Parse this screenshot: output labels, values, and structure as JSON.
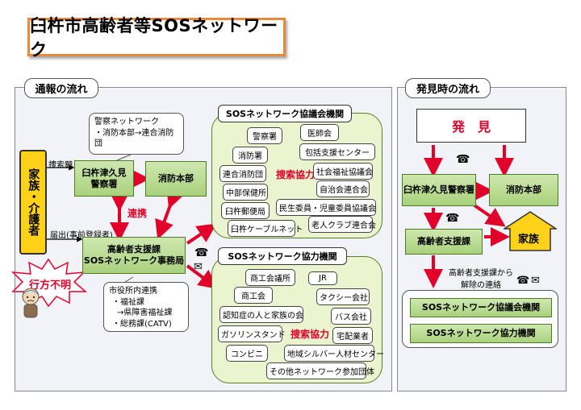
{
  "title": "臼杵市高齢者等SOSネットワーク",
  "left_panel": {
    "label": "通報の流れ",
    "family_box": "家族・介護者",
    "missing_label": "行方不明",
    "search_request": "捜索願",
    "notify_label": "届出(事前登録者)",
    "police_network_note": {
      "line1": "警察ネットワーク",
      "line2": "・消防本部→連合消防団"
    },
    "police": "臼杵津久見警察署",
    "fire": "消防本部",
    "coop_label": "連携",
    "elder_division": {
      "line1": "高齢者支援課",
      "line2": "SOSネットワーク事務局"
    },
    "city_note": {
      "line1": "市役所内連携",
      "line2": "・福祉課",
      "line3": "→県障害福祉課",
      "line4": "・総務課(CATV)"
    },
    "council": {
      "title": "SOSネットワーク協議会機関",
      "search_coop": "捜索協力",
      "orgs": [
        "警察署",
        "医師会",
        "消防署",
        "包括支援センター",
        "連合消防団",
        "社会福祉協議会",
        "中部保健所",
        "自治会連合会",
        "臼杵郵便局",
        "民生委員・児童委員協議会",
        "臼杵ケーブルネット",
        "老人クラブ連合会"
      ]
    },
    "cooperation": {
      "title": "SOSネットワーク協力機関",
      "search_coop": "捜索協力",
      "orgs": [
        "商工会議所",
        "JR",
        "商工会",
        "タクシー会社",
        "認知症の人と家族の会",
        "バス会社",
        "ガソリンスタンド",
        "宅配業者",
        "コンビニ",
        "地域シルバー人材センター",
        "その他ネットワーク参加団体"
      ]
    }
  },
  "right_panel": {
    "label": "発見時の流れ",
    "found": "発　見",
    "police": "臼杵津久見警察署",
    "fire": "消防本部",
    "family": "家族",
    "elder_division": "高齢者支援課",
    "release_note": {
      "line1": "高齢者支援課から",
      "line2": "解除の連絡"
    },
    "council": "SOSネットワーク協議会機関",
    "cooperation": "SOSネットワーク協力機関"
  },
  "colors": {
    "arrow": "#e0002a",
    "green_box": "#a9d27c",
    "family_box": "#ffd21a",
    "title_border": "#e88a3a"
  }
}
